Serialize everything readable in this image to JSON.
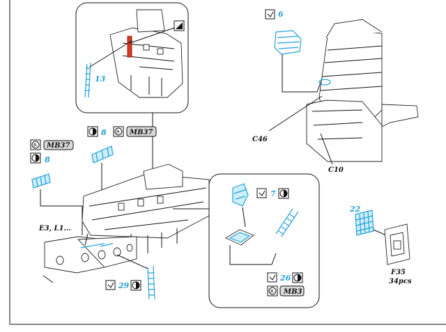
{
  "parts": {
    "p13": "13",
    "p6": "6",
    "p8a": "8",
    "p8b": "8",
    "p7": "7",
    "p26": "26",
    "p29": "29",
    "p22": "22"
  },
  "labels": {
    "c46": "C46",
    "c10": "C10",
    "e3": "E3, L1...",
    "f35": "F35",
    "f35_count": "34pcs"
  },
  "tags": {
    "mb37_a": "MB37",
    "mb37_b": "MB37",
    "mb3": "MB3"
  },
  "colors": {
    "photoetch": "#1fa0d8",
    "highlight": "#d8361f",
    "line": "#111111"
  },
  "icons": [
    "fold-icon",
    "half-circle-icon",
    "r-circle-icon",
    "paint-icon"
  ]
}
